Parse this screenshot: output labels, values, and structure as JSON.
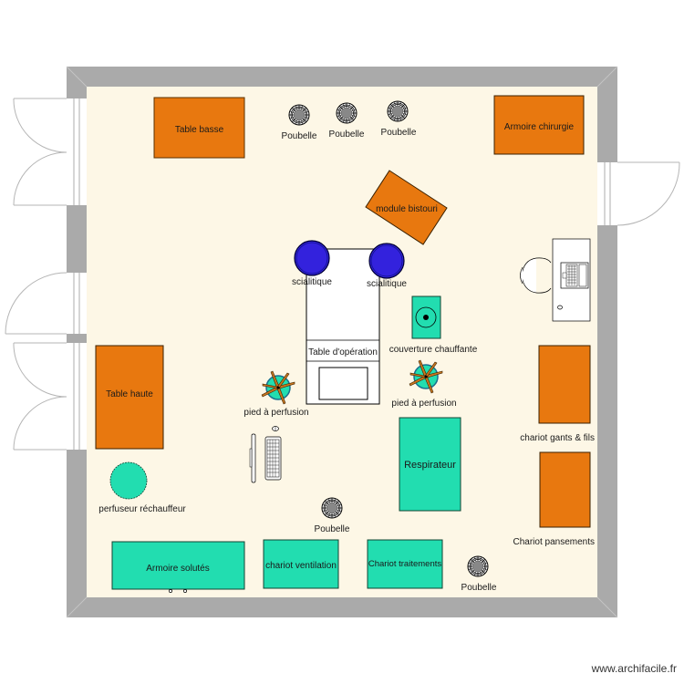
{
  "plan": {
    "colors": {
      "wall": "#aaaaaa",
      "floor": "#fdf7e6",
      "orange": "#e8780f",
      "teal": "#22ddb0",
      "blue": "#3322dd",
      "trash_gray": "#888888"
    },
    "furniture": {
      "table_basse": "Table basse",
      "armoire_chirurgie": "Armoire chirurgie",
      "module_bistouri": "module bistouri",
      "scialitique_left": "scialitique",
      "scialitique_right": "scialitique",
      "table_operation": "Table d'opération",
      "couverture_chauffante": "couverture chauffante",
      "pied_perfusion_left": "pied à perfusion",
      "pied_perfusion_right": "pied à perfusion",
      "table_haute": "Table haute",
      "respirateur": "Respirateur",
      "chariot_gants": "chariot gants & fils",
      "chariot_pansements": "Chariot pansements",
      "perfuseur": "perfuseur réchauffeur",
      "armoire_solutes": "Armoire solutés",
      "chariot_ventilation": "chariot ventilation",
      "chariot_traitements": "Chariot traitements"
    },
    "poubelles": [
      {
        "label": "Poubelle"
      },
      {
        "label": "Poubelle"
      },
      {
        "label": "Poubelle"
      },
      {
        "label": "Poubelle"
      },
      {
        "label": "Poubelle"
      }
    ]
  },
  "watermark": "www.archifacile.fr"
}
